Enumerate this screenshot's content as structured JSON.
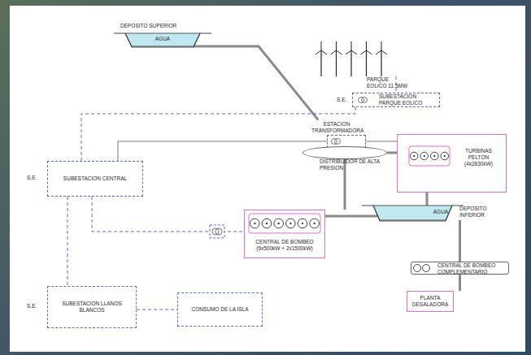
{
  "diagram": {
    "nodes": [
      {
        "text": [
          "DEPOSITO SUPERIOR",
          "AGUA"
        ]
      },
      {
        "text": [
          "PARQUE EOLICO 11.5MW"
        ]
      },
      {
        "text": [
          "S.E.",
          "SUBESTACION PARQUE EOLICO"
        ]
      },
      {
        "text": [
          "ESTACION TRANSFORMADORA"
        ]
      },
      {
        "text": [
          "DISTRIBUIDOR DE ALTA PRESION"
        ]
      },
      {
        "text": [
          "TURBINAS PELTON (4x2830kW)"
        ]
      },
      {
        "text": [
          "AGUA",
          "DEPOSITO INFERIOR"
        ]
      },
      {
        "text": [
          "S.E.",
          "SUBESTACION CENTRAL"
        ]
      },
      {
        "text": [
          "CENTRAL DE BOMBEO (6x500kW + 2x1500kW)"
        ]
      },
      {
        "text": [
          "CENTRAL DE BOMBEO COMPLEMENTARIO"
        ]
      },
      {
        "text": [
          "PLANTA DESALADORA"
        ]
      },
      {
        "text": [
          "S.E.",
          "SUBESTACION LLANOS BLANCOS"
        ]
      },
      {
        "text": [
          "CONSUMO DE LA ISLA"
        ]
      }
    ],
    "edges": [
      {
        "from": 0,
        "to": 4,
        "arrow": "none"
      },
      {
        "from": 1,
        "to": 2,
        "arrow": "none"
      },
      {
        "from": 2,
        "to": 7,
        "arrow": "none"
      },
      {
        "from": 3,
        "to": 7,
        "arrow": "none"
      },
      {
        "from": 3,
        "to": 5,
        "arrow": "none"
      },
      {
        "from": 4,
        "to": 5,
        "arrow": "none"
      },
      {
        "from": 4,
        "to": 8,
        "arrow": "none"
      },
      {
        "from": 5,
        "to": 6,
        "arrow": "none"
      },
      {
        "from": 6,
        "to": 8,
        "arrow": "none"
      },
      {
        "from": 6,
        "to": 9,
        "arrow": "none"
      },
      {
        "from": 9,
        "to": 10,
        "arrow": "none"
      },
      {
        "from": 7,
        "to": 8,
        "arrow": "none"
      },
      {
        "from": 7,
        "to": 11,
        "arrow": "none"
      },
      {
        "from": 11,
        "to": 12,
        "arrow": "none"
      }
    ]
  }
}
